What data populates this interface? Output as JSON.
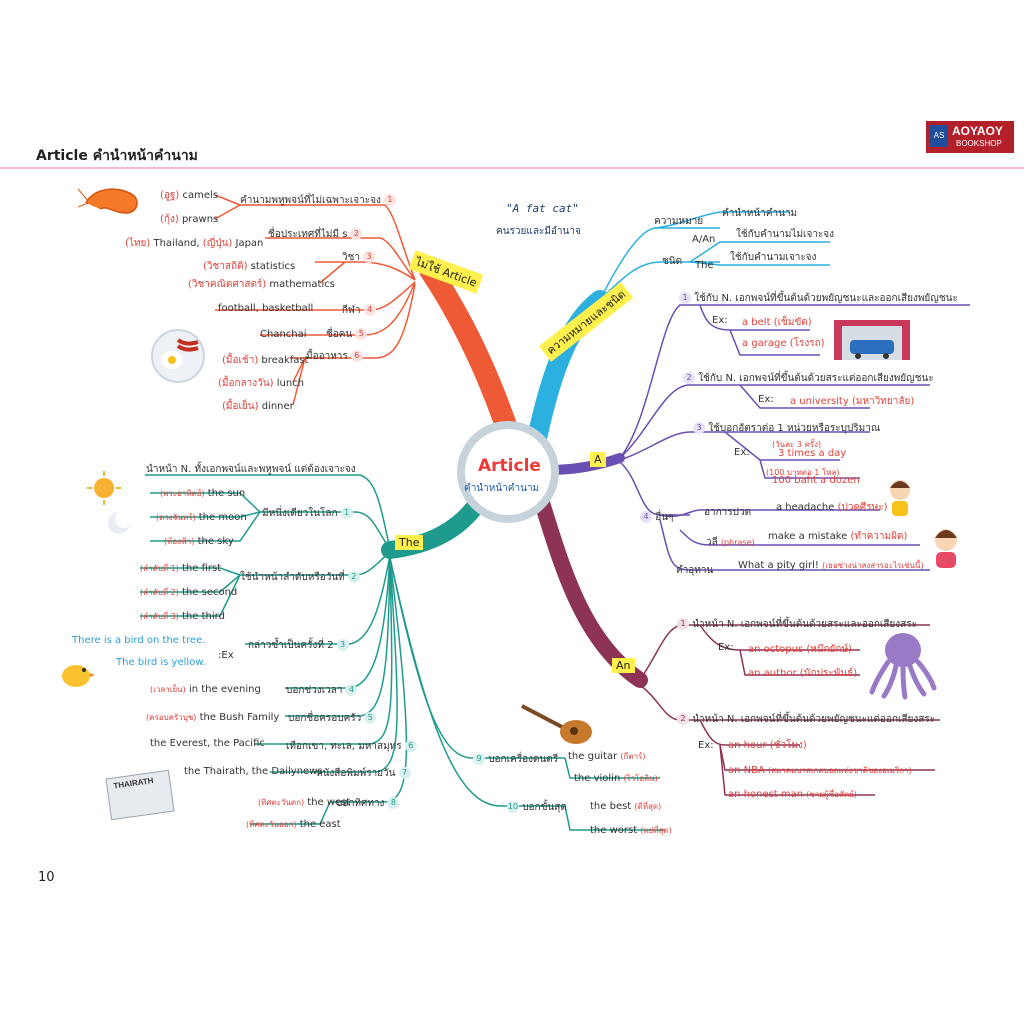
{
  "header": {
    "title": "Article คำนำหน้าคำนาม",
    "page_number": "10"
  },
  "brand": {
    "badge": "AS",
    "name": "AOYAOY",
    "sub": "BOOKSHOP"
  },
  "center": {
    "title": "Article",
    "subtitle": "คำนำหน้าคำนาม"
  },
  "fatcat": {
    "quote": "\"A fat cat\"",
    "note": "คนรวยและมีอำนาจ"
  },
  "branches": {
    "no_article": "ไม่ใช้ Article",
    "meaning": "ความหมายและชนิด",
    "a": "A",
    "an": "An",
    "the": "The"
  },
  "no_article": {
    "r1": {
      "label": "คำนามพหูพจน์ที่ไม่เฉพาะเจาะจง",
      "num": "1",
      "items": [
        [
          "(อูฐ)",
          "camels"
        ],
        [
          "(กุ้ง)",
          "prawns"
        ]
      ]
    },
    "r2": {
      "label": "ชื่อประเทศที่ไม่มี s",
      "num": "2",
      "item": {
        "a_th": "(ไทย)",
        "a": "Thailand,",
        "b_th": "(ญี่ปุ่น)",
        "b": "Japan"
      }
    },
    "r3": {
      "label": "วิชา",
      "num": "3",
      "items": [
        [
          "(วิชาสถิติ)",
          "statistics"
        ],
        [
          "(วิชาคณิตศาสตร์)",
          "mathematics"
        ]
      ]
    },
    "r4": {
      "label": "กีฬา",
      "num": "4",
      "item": "football, basketball"
    },
    "r5": {
      "label": "ชื่อคน",
      "num": "5",
      "item": "Chanchai"
    },
    "r6": {
      "label": "มื้ออาหาร",
      "num": "6",
      "items": [
        [
          "(มื้อเช้า)",
          "breakfast"
        ],
        [
          "(มื้อกลางวัน)",
          "lunch"
        ],
        [
          "(มื้อเย็น)",
          "dinner"
        ]
      ]
    }
  },
  "meaning": {
    "k1": "ความหมาย",
    "v1": "คำนำหน้าคำนาม",
    "k2": "ชนิด",
    "aan": "A/An",
    "v2": "ใช้กับคำนามไม่เจาะจง",
    "the": "The",
    "v3": "ใช้กับคำนามเจาะจง"
  },
  "a": {
    "r1": {
      "num": "1",
      "label": "ใช้กับ N. เอกพจน์ที่ขึ้นต้นด้วยพยัญชนะและออกเสียงพยัญชนะ",
      "ex": "Ex:",
      "items": [
        [
          "a belt",
          "(เข็มขัด)"
        ],
        [
          "a garage",
          "(โรงรถ)"
        ]
      ]
    },
    "r2": {
      "num": "2",
      "label": "ใช้กับ N. เอกพจน์ที่ขึ้นต้นด้วยสระแต่ออกเสียงพยัญชนะ",
      "ex": "Ex:",
      "item": [
        "a university",
        "(มหาวิทยาลัย)"
      ]
    },
    "r3": {
      "num": "3",
      "label": "ใช้บอกอัตราต่อ 1 หน่วยหรือระบุปริมาณ",
      "ex": "Ex:",
      "n1": "(วันละ 3 ครั้ง)",
      "e1": "3 times a day",
      "n2": "(100 บาทต่อ 1 โหล)",
      "e2": "100 baht a dozen"
    },
    "r4": {
      "num": "4",
      "label": "อื่นๆ",
      "k1": "อาการปวด",
      "e1": [
        "a headache",
        "(ปวดศีรษะ)"
      ],
      "k2": "วลี",
      "k2b": "(phrase)",
      "e2": [
        "make a mistake",
        "(ทำความผิด)"
      ],
      "k3": "คำอุทาน",
      "e3": [
        "What a pity girl!",
        "(เธอช่างน่าสงสารอะไรเช่นนี้)"
      ]
    }
  },
  "an": {
    "r1": {
      "num": "1",
      "label": "นำหน้า N. เอกพจน์ที่ขึ้นต้นด้วยสระและออกเสียงสระ",
      "ex": "Ex:",
      "items": [
        [
          "an octopus",
          "(หมึกยักษ์)"
        ],
        [
          "an author",
          "(นักประพันธ์)"
        ]
      ]
    },
    "r2": {
      "num": "2",
      "label": "นำหน้า N. เอกพจน์ที่ขึ้นต้นด้วยพยัญชนะแต่ออกเสียงสระ",
      "ex": "Ex:",
      "items": [
        [
          "an hour",
          "(ชั่วโมง)"
        ],
        [
          "an NBA",
          "(สมาคมบาสเกตบอลแห่งชาติของอเมริกา)"
        ],
        [
          "an honest man",
          "(ชายผู้ซื่อสัตย์)"
        ]
      ]
    }
  },
  "the": {
    "r0": {
      "label": "นำหน้า N. ทั้งเอกพจน์และพหูพจน์ แต่ต้องเจาะจง"
    },
    "r1": {
      "label": "มีหนึ่งเดียวในโลก",
      "num": "1",
      "items": [
        [
          "(พระอาทิตย์)",
          "the sun"
        ],
        [
          "(ดวงจันทร์)",
          "the moon"
        ],
        [
          "(ท้องฟ้า)",
          "the sky"
        ]
      ]
    },
    "r2": {
      "label": "ใช้นำหน้าลำดับหรือวันที่",
      "num": "2",
      "items": [
        [
          "(ลำดับที่ 1)",
          "the first"
        ],
        [
          "(ลำดับที่ 2)",
          "the second"
        ],
        [
          "(ลำดับที่ 3)",
          "the third"
        ]
      ]
    },
    "r3": {
      "label": "กล่าวซ้ำเป็นครั้งที่ 2",
      "num": "3",
      "ex": ":Ex",
      "s1": "There is a bird on the tree.",
      "s2": "The bird is yellow."
    },
    "r4": {
      "label": "บอกช่วงเวลา",
      "num": "4",
      "item": [
        "(เวลาเย็น)",
        "in the evening"
      ]
    },
    "r5": {
      "label": "บอกชื่อครอบครัว",
      "num": "5",
      "item": [
        "(ครอบครัวบุช)",
        "the Bush Family"
      ]
    },
    "r6": {
      "label": "เทือกเขา, ทะเล, มหาสมุทร",
      "num": "6",
      "item": "the Everest, the Pacific"
    },
    "r7": {
      "label": "หนังสือพิมพ์รายวัน",
      "num": "7",
      "item": "the Thairath, the Dailynews"
    },
    "r8": {
      "label": "บอกทิศทาง",
      "num": "8",
      "items": [
        [
          "(ทิศตะวันตก)",
          "the west"
        ],
        [
          "(ทิศตะวันออก)",
          "the east"
        ]
      ]
    },
    "r9": {
      "label": "บอกเครื่องดนตรี",
      "num": "9",
      "items": [
        [
          "the guitar",
          "(กีตาร์)"
        ],
        [
          "the violin",
          "(ไวโอลิน)"
        ]
      ]
    },
    "r10": {
      "label": "บอกขั้นสุด",
      "num": "10",
      "items": [
        [
          "the best",
          "(ดีที่สุด)"
        ],
        [
          "the worst",
          "(แย่ที่สุด)"
        ]
      ]
    }
  },
  "newspaper": {
    "masthead": "THAIRATH"
  },
  "colors": {
    "no_article": "#ef5a36",
    "meaning": "#2bb0e0",
    "a": "#6a4fb3",
    "an": "#8d3355",
    "the": "#1f9b8e",
    "highlight": "#fff04d"
  }
}
